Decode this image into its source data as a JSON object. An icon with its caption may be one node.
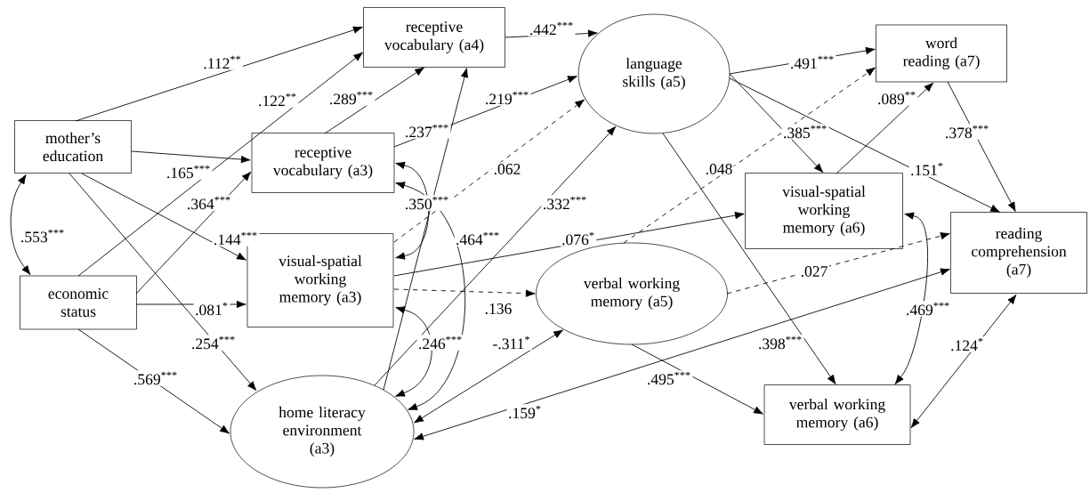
{
  "diagram": {
    "nodes": [
      {
        "text": [
          "mother’s education"
        ]
      },
      {
        "text": [
          "economic status"
        ]
      },
      {
        "text": [
          "receptive vocabulary (a4)"
        ]
      },
      {
        "text": [
          "receptive vocabulary (a3)"
        ]
      },
      {
        "text": [
          "visual-spatial working memory (a3)"
        ]
      },
      {
        "text": [
          "home literacy environment (a3)"
        ]
      },
      {
        "text": [
          "language skills (a5)"
        ]
      },
      {
        "text": [
          "verbal working memory (a5)"
        ]
      },
      {
        "text": [
          "word reading (a7)"
        ]
      },
      {
        "text": [
          "visual-spatial working memory (a6)"
        ]
      },
      {
        "text": [
          "reading comprehension (a7)"
        ]
      },
      {
        "text": [
          "verbal working memory (a6)"
        ]
      }
    ],
    "edges": [
      {
        "from": 0,
        "to": 2,
        "arrow": "to",
        "label": ".112$^{**}$"
      },
      {
        "from": 1,
        "to": 2,
        "arrow": "to",
        "label": ".122$^{**}$"
      },
      {
        "from": 0,
        "to": 3,
        "arrow": "to",
        "label": ".165$^{***}$"
      },
      {
        "from": 1,
        "to": 3,
        "arrow": "to",
        "label": ".364$^{***}$"
      },
      {
        "from": 0,
        "to": 4,
        "arrow": "to",
        "label": ".144$^{***}$"
      },
      {
        "from": 1,
        "to": 4,
        "arrow": "to",
        "label": ".081$^{*}$"
      },
      {
        "from": 0,
        "to": 5,
        "arrow": "to",
        "label": ".254$^{***}$"
      },
      {
        "from": 1,
        "to": 5,
        "arrow": "to",
        "label": ".569$^{***}$"
      },
      {
        "from": 0,
        "to": 1,
        "arrow": "both",
        "label": ".553$^{***}$"
      },
      {
        "from": 3,
        "to": 2,
        "arrow": "to",
        "label": ".289$^{***}$"
      },
      {
        "from": 2,
        "to": 6,
        "arrow": "to",
        "label": ".442$^{***}$"
      },
      {
        "from": 3,
        "to": 6,
        "arrow": "to",
        "label": ".219$^{***}$"
      },
      {
        "from": 5,
        "to": 2,
        "arrow": "to",
        "label": ".237$^{***}$"
      },
      {
        "from": 3,
        "to": 4,
        "arrow": "both",
        "label": ".350$^{***}$"
      },
      {
        "from": 4,
        "to": 6,
        "arrow": "to",
        "label": ".062",
        "style": "dashed"
      },
      {
        "from": 5,
        "to": 6,
        "arrow": "to",
        "label": ".332$^{***}$"
      },
      {
        "from": 3,
        "to": 5,
        "arrow": "both",
        "label": ".464$^{***}$"
      },
      {
        "from": 4,
        "to": 9,
        "arrow": "to",
        "label": ".076$^{*}$"
      },
      {
        "from": 4,
        "to": 7,
        "arrow": "to",
        "label": ".136",
        "style": "dashed"
      },
      {
        "from": 5,
        "to": 7,
        "arrow": "both",
        "label": "-.311$^{*}$"
      },
      {
        "from": 4,
        "to": 5,
        "arrow": "both",
        "label": ".246$^{***}$"
      },
      {
        "from": 5,
        "to": 10,
        "arrow": "both",
        "label": ".159$^{*}$"
      },
      {
        "from": 7,
        "to": 11,
        "arrow": "to",
        "label": ".495$^{***}$"
      },
      {
        "from": 6,
        "to": 8,
        "arrow": "to",
        "label": ".491$^{***}$"
      },
      {
        "from": 6,
        "to": 9,
        "arrow": "to",
        "label": ".385$^{***}$"
      },
      {
        "from": 9,
        "to": 8,
        "arrow": "to",
        "label": ".089$^{**}$"
      },
      {
        "from": 8,
        "to": 10,
        "arrow": "to",
        "label": ".378$^{***}$"
      },
      {
        "from": 6,
        "to": 10,
        "arrow": "to",
        "label": ".151$^{*}$"
      },
      {
        "from": 7,
        "to": 8,
        "arrow": "to",
        "label": ".048",
        "style": "dashed"
      },
      {
        "from": 7,
        "to": 10,
        "arrow": "to",
        "label": ".027",
        "style": "dashed"
      },
      {
        "from": 6,
        "to": 11,
        "arrow": "to",
        "label": ".398$^{***}$"
      },
      {
        "from": 9,
        "to": 11,
        "arrow": "both",
        "label": ".469$^{***}$"
      },
      {
        "from": 11,
        "to": 10,
        "arrow": "both",
        "label": ".124$^{*}$"
      }
    ]
  }
}
